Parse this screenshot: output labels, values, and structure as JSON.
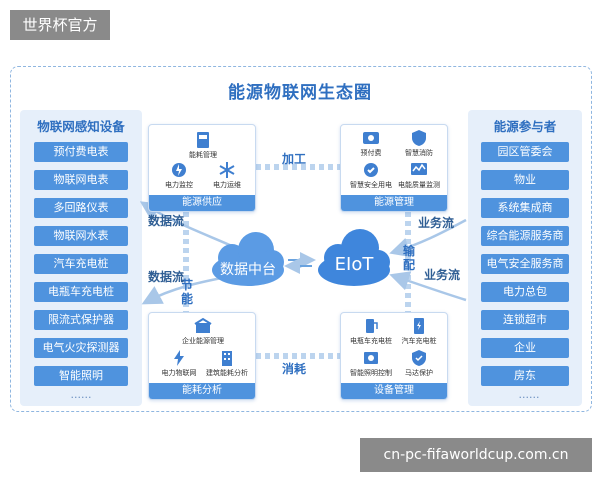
{
  "watermark": {
    "top": "世界杯官方",
    "bottom": "cn-pc-fifaworldcup.com.cn"
  },
  "title": "能源物联网生态圈",
  "left_panel": {
    "title": "物联网感知设备",
    "items": [
      "预付费电表",
      "物联网电表",
      "多回路仪表",
      "物联网水表",
      "汽车充电桩",
      "电瓶车充电桩",
      "限流式保护器",
      "电气火灾探测器",
      "智能照明"
    ],
    "more": "......"
  },
  "right_panel": {
    "title": "能源参与者",
    "items": [
      "园区管委会",
      "物业",
      "系统集成商",
      "综合能源服务商",
      "电气安全服务商",
      "电力总包",
      "连锁超市",
      "企业",
      "房东"
    ],
    "more": "......"
  },
  "modules": {
    "supply": {
      "title": "能源供应",
      "items": [
        "能耗管理",
        "电力监控",
        "电力运维"
      ]
    },
    "management": {
      "title": "能源管理",
      "items": [
        "预付费",
        "智慧消防",
        "智慧安全用电",
        "电能质量监测"
      ]
    },
    "consumption": {
      "title": "能耗分析",
      "items": [
        "企业能源管理",
        "电力物联网",
        "建筑能耗分析"
      ]
    },
    "equipment": {
      "title": "设备管理",
      "items": [
        "电瓶车充电桩",
        "汽车充电桩",
        "智能照明控制",
        "马达保护"
      ]
    }
  },
  "connectors": {
    "top": "加工",
    "bottom": "消耗",
    "left": "节能",
    "right": "输配"
  },
  "flows": {
    "left_upper": "数据流",
    "left_lower": "数据流",
    "right_upper": "业务流",
    "right_lower": "业务流"
  },
  "clouds": {
    "data_center": "数据中台",
    "eiot": "EIoT"
  },
  "colors": {
    "primary": "#4f93de",
    "title": "#2f6fc0",
    "panel_bg": "#e6effa",
    "cloud": "#4a90e2"
  }
}
